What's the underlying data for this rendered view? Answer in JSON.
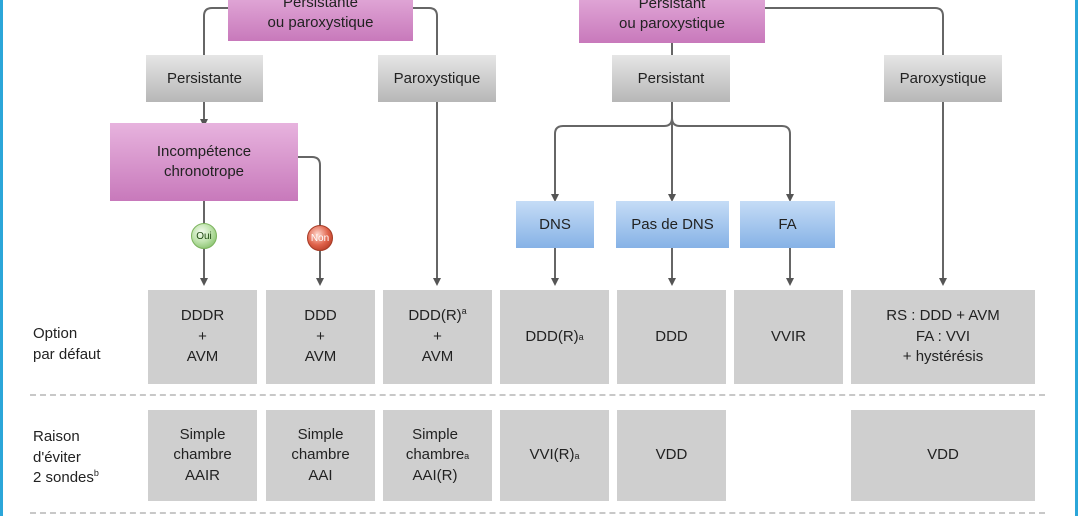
{
  "top_left_box": "Persistante\nou paroxystique",
  "top_right_box": "Persistant\nou paroxystique",
  "left_persistante": "Persistante",
  "left_paroxystique": "Paroxystique",
  "incompetence": "Incompétence\nchronotrope",
  "oui": "Oui",
  "non": "Non",
  "right_persistant": "Persistant",
  "right_paroxystique": "Paroxystique",
  "dns": "DNS",
  "pas_dns": "Pas de DNS",
  "fa": "FA",
  "row1_label": "Option\npar défaut",
  "row2_label": "Raison\nd'éviter\n2 sondes",
  "row2_label_sup": "b",
  "row1": [
    "DDDR\n+\nAVM",
    "DDD\n+\nAVM",
    "DDD(R)",
    "DDD(R)",
    "DDD",
    "VVIR",
    "RS : DDD + AVM\nFA : VVI\n+ hystérésis"
  ],
  "row1_col2_sup": "a",
  "row1_col2_tail": "+\nAVM",
  "row1_col3_sup": "a",
  "row2": [
    "Simple\nchambre\nAAIR",
    "Simple\nchambre\nAAI",
    "Simple\nchambre\nAAI(R)",
    "VVI(R)",
    "VDD",
    "VDD"
  ],
  "row2_col2_sup": "a",
  "row2_col3_sup": "a"
}
